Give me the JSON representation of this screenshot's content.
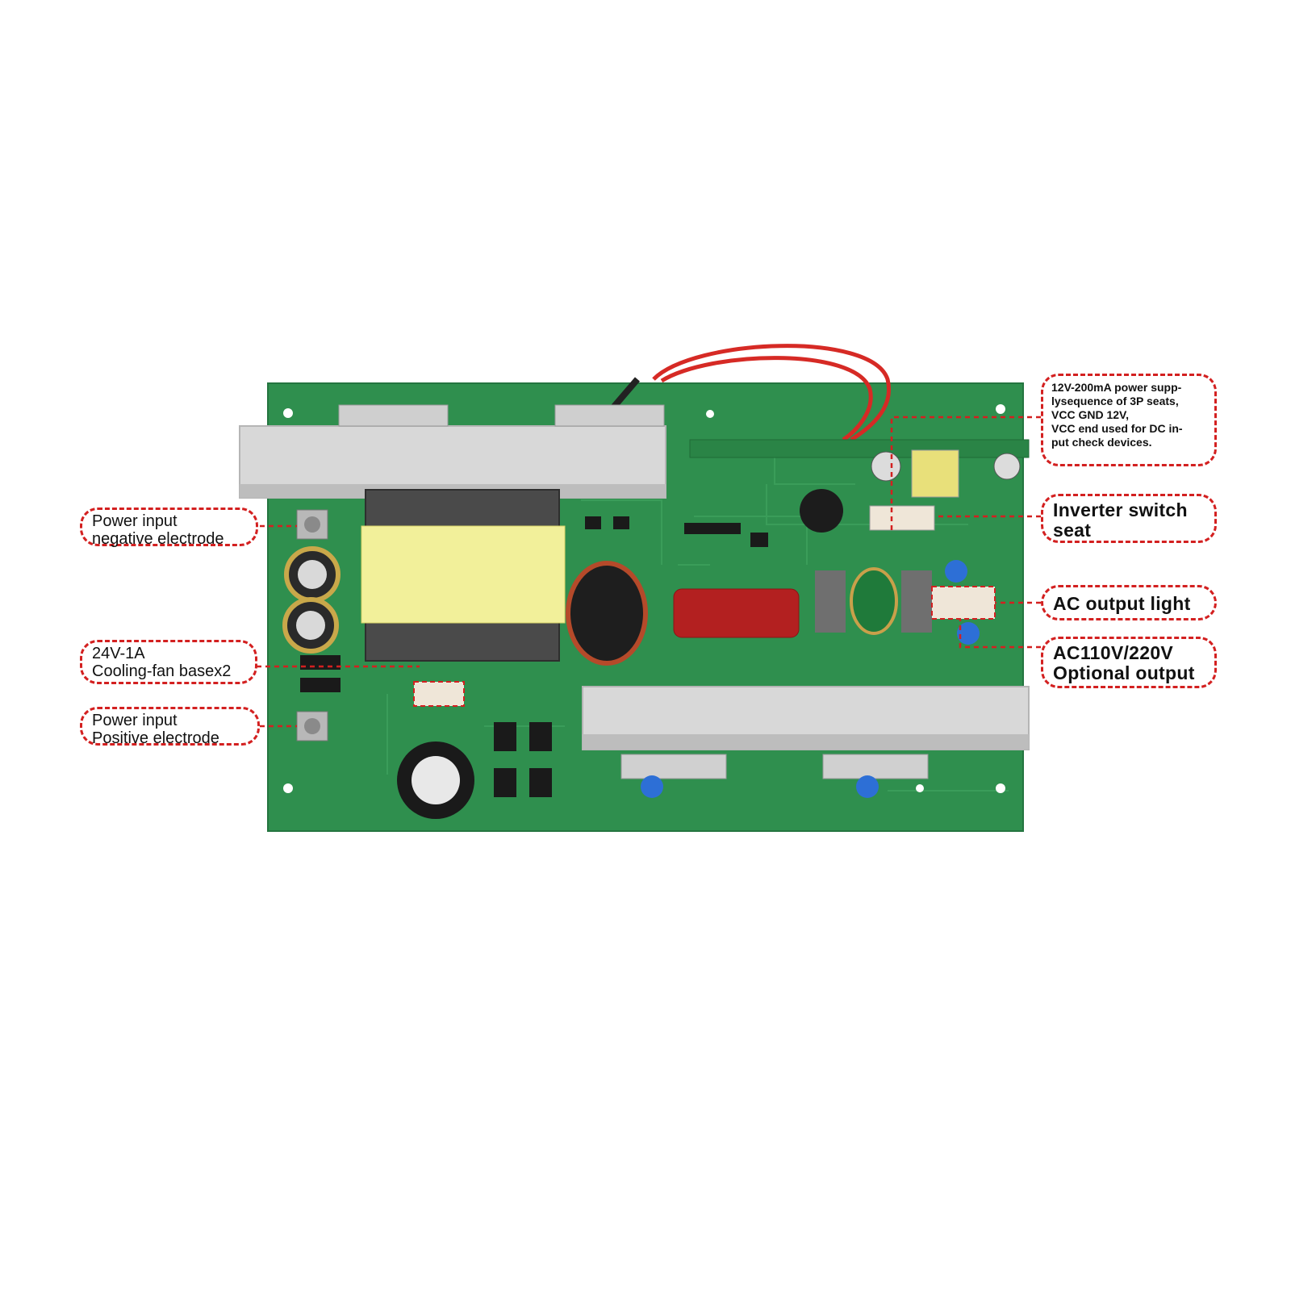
{
  "image": {
    "subject": "inverter-power-board",
    "colors": {
      "background": "#ffffff",
      "pcb": "#2f8f4e",
      "pcb_dark": "#267a41",
      "heatsink": "#d6d6d6",
      "callout_border": "#d32020",
      "wire_red": "#d62a25",
      "transformer_tape": "#f2f09a",
      "capacitor_red": "#b32020",
      "choke_green": "#1f7a3a",
      "varistor_blue": "#2d6fd6"
    }
  },
  "callouts": {
    "neg_input": {
      "line1": "Power input",
      "line2": "negative electrode"
    },
    "fan_base": {
      "line1": "24V-1A",
      "line2": "Cooling-fan basex2"
    },
    "pos_input": {
      "line1": "Power input",
      "line2": "Positive electrode"
    },
    "power_supply_seat": {
      "line1": "12V-200mA power supp-",
      "line2": "lysequence of 3P seats,",
      "line3": "VCC GND 12V,",
      "line4": "VCC end used for DC in-",
      "line5": "put check devices."
    },
    "inverter_switch": {
      "line1": "Inverter switch",
      "line2": "seat"
    },
    "ac_light": {
      "line1": "AC output light"
    },
    "ac_output": {
      "line1": "AC110V/220V",
      "line2": "Optional output"
    }
  }
}
